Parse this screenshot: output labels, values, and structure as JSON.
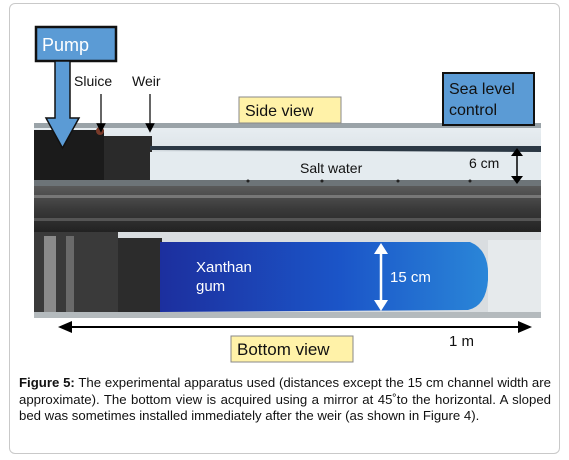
{
  "labels": {
    "pump": "Pump",
    "sluice": "Sluice",
    "weir": "Weir",
    "side_view": "Side view",
    "sea_level_control_line1": "Sea level",
    "sea_level_control_line2": "control",
    "salt_water": "Salt water",
    "depth": "6 cm",
    "xanthan_line1": "Xanthan",
    "xanthan_line2": "gum",
    "width": "15 cm",
    "length": "1 m",
    "bottom_view": "Bottom view"
  },
  "caption": {
    "label": "Figure 5:",
    "text": " The experimental apparatus used (distances except the 15 cm channel width are approximate). The bottom view is acquired using a mirror at 45˚to the horizontal. A sloped bed was sometimes installed immediately after the weir (as shown in Figure 4)."
  },
  "colors": {
    "callout_blue": "#5b9bd5",
    "callout_yellow": "#fff2a8",
    "dye_blue": "#1a56c4"
  }
}
